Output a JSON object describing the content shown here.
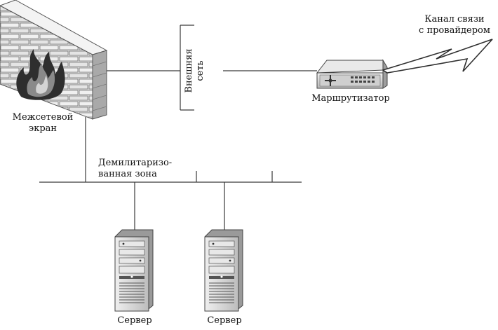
{
  "labels": {
    "firewall_line1": "Межсетевой",
    "firewall_line2": "экран",
    "external_line1": "Внешняя",
    "external_line2": "сеть",
    "router": "Маршрутизатор",
    "channel_line1": "Канал связи",
    "channel_line2": "с провайдером",
    "dmz_line1": "Демилитаризо-",
    "dmz_line2": "ванная зона",
    "server_1": "Сервер",
    "server_2": "Сервер"
  },
  "colors": {
    "line": "#3a3a3a",
    "brick_light": "#e6e6e6",
    "brick_mid": "#bdbdbd",
    "brick_dark": "#8f8f8f",
    "flame": "#2e2e2e",
    "server_body": "#d9d9d9",
    "server_dark": "#a8a8a8",
    "router_body": "#d2d2d2"
  },
  "icons": [
    "firewall-brick-wall-icon",
    "flame-icon",
    "router-icon",
    "lightning-link-icon",
    "server-tower-icon"
  ]
}
